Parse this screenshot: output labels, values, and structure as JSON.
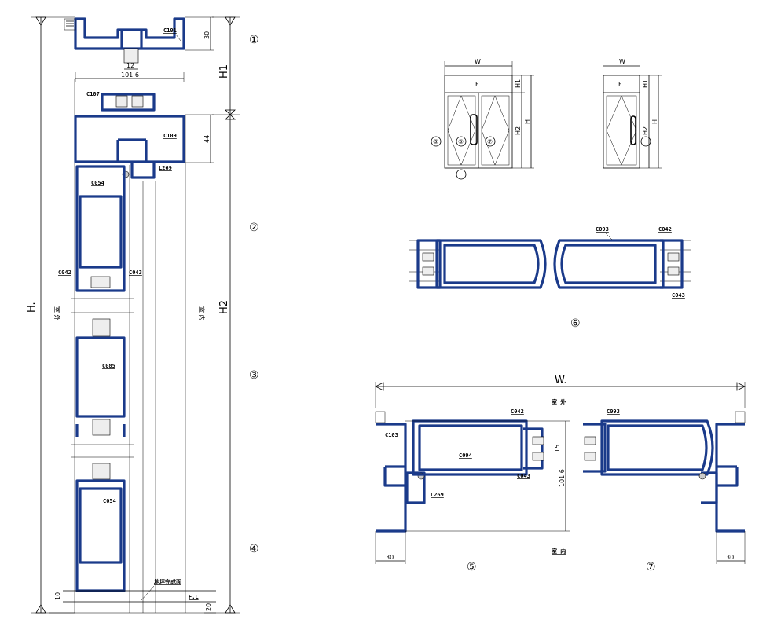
{
  "section_numbers": [
    "①",
    "②",
    "③",
    "④",
    "⑤",
    "⑥",
    "⑦"
  ],
  "labels_left": {
    "c101": "C101",
    "c107": "C107",
    "c109": "C109",
    "l269": "L269",
    "c054_top": "C054",
    "c042": "C042",
    "c043": "C043",
    "c085": "C085",
    "c054_bottom": "C054"
  },
  "dims_left": {
    "d30": "30",
    "d12": "12",
    "d1016": "101.6",
    "d44": "44",
    "d10": "10",
    "d20": "20",
    "H1": "H1",
    "H2": "H2",
    "H": "H.",
    "fl": "F.L",
    "floor_note": "地坪完成面"
  },
  "room_text": {
    "outside": "室 外",
    "inside": "室 内"
  },
  "elev": {
    "W": "W",
    "F": "F.",
    "H1": "H1",
    "H2": "H2",
    "H": "H"
  },
  "elev_markers": [
    "⑤",
    "⑥",
    "⑦"
  ],
  "sec6": {
    "c093": "C093",
    "c042": "C042",
    "c043": "C043"
  },
  "sec57": {
    "W": "W.",
    "c042": "C042",
    "c093": "C093",
    "c103": "C103",
    "c094": "C094",
    "c043": "C043",
    "l269": "L269",
    "d15": "15",
    "d1016": "101.6",
    "d30a": "30",
    "d30b": "30",
    "outside": "室 外",
    "inside": "室 内"
  }
}
